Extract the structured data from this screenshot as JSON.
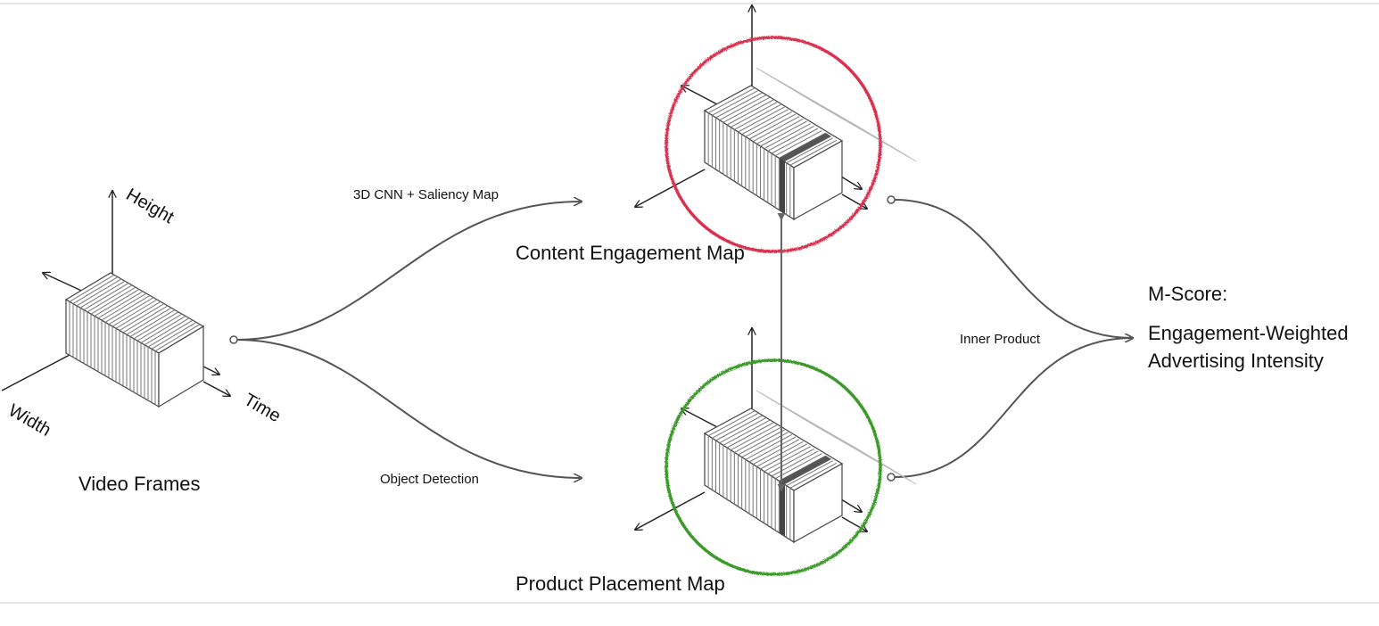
{
  "nodes": {
    "video_frames": {
      "label": "Video Frames",
      "axes": {
        "height": "Height",
        "width": "Width",
        "time": "Time"
      }
    },
    "content_engagement": {
      "label": "Content Engagement Map",
      "ring_color": "#d9314f"
    },
    "product_placement": {
      "label": "Product Placement Map",
      "ring_color": "#3a9a2a"
    },
    "mscore": {
      "title": "M-Score:",
      "line1": "Engagement-Weighted",
      "line2": "Advertising Intensity"
    }
  },
  "edges": {
    "to_engagement": "3D CNN + Saliency Map",
    "to_placement": "Object Detection",
    "inner_product": "Inner Product"
  }
}
